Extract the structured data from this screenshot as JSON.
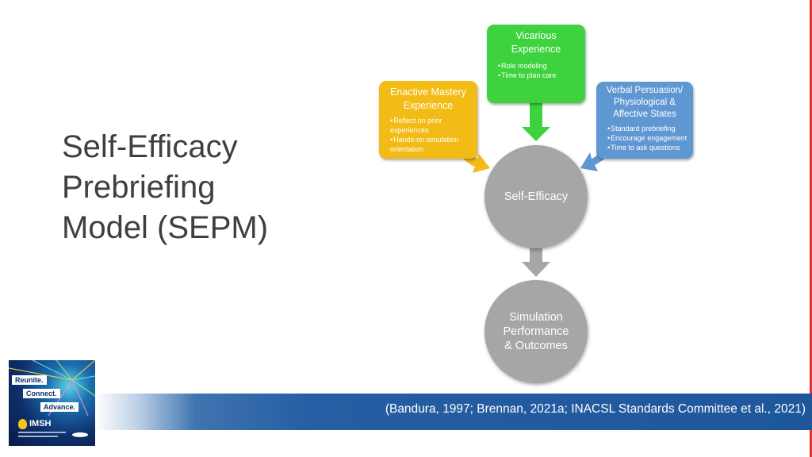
{
  "slide": {
    "title_lines": [
      "Self-Efficacy",
      "Prebriefing",
      "Model (SEPM)"
    ],
    "citation": "(Bandura, 1997; Brennan, 2021a; INACSL Standards Committee et al., 2021)"
  },
  "diagram": {
    "vicarious": {
      "title_lines": [
        "Vicarious",
        "Experience"
      ],
      "bullets": [
        "Role modeling",
        "Time to plan care"
      ],
      "color": "#3ed33e"
    },
    "enactive": {
      "title_lines": [
        "Enactive Mastery",
        "Experience"
      ],
      "bullets": [
        "Reflect on prior experiences",
        "Hands-on simulation orientation"
      ],
      "color": "#f3bb16"
    },
    "verbal": {
      "title_lines": [
        "Verbal Persuasion/",
        "Physiological &",
        "Affective States"
      ],
      "bullets": [
        "Standard prebriefing",
        "Encourage engagement",
        "Time to ask questions"
      ],
      "color": "#5f97d2"
    },
    "self_efficacy": {
      "label": "Self-Efficacy",
      "color": "#a6a6a6"
    },
    "outcomes": {
      "label_lines": [
        "Simulation",
        "Performance",
        "& Outcomes"
      ],
      "color": "#a6a6a6"
    }
  },
  "logo": {
    "tags": [
      "Reunite.",
      "Connect.",
      "Advance."
    ],
    "name": "IMSH",
    "icon": "conference-logo"
  },
  "colors": {
    "bar": "#1e579c",
    "accent_rule": "#d9342b",
    "title_text": "#3f3f3f"
  }
}
